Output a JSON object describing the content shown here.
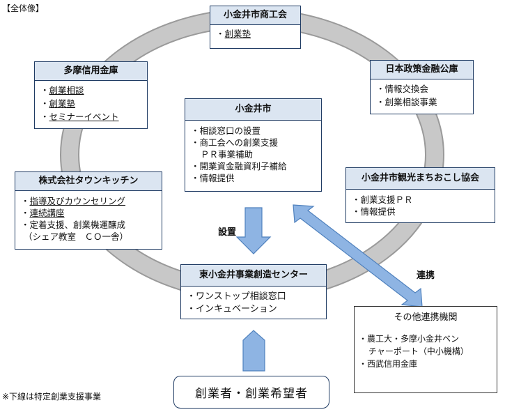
{
  "page_label": "【全体像】",
  "footnote": "※下線は特定創業支援事業",
  "edge_labels": {
    "setchi": "設置",
    "renkei": "連携"
  },
  "nodes": {
    "shoko": {
      "title": "小金井市商工会",
      "items": [
        {
          "text": "創業塾",
          "underline": true
        }
      ]
    },
    "tama": {
      "title": "多摩信用金庫",
      "items": [
        {
          "text": "創業相談",
          "underline": true
        },
        {
          "text": "創業塾",
          "underline": true
        },
        {
          "text": "セミナーイベント",
          "underline": true
        }
      ]
    },
    "jfc": {
      "title": "日本政策金融公庫",
      "items": [
        {
          "text": "情報交換会",
          "underline": false
        },
        {
          "text": "創業相談事業",
          "underline": false
        }
      ]
    },
    "city": {
      "title": "小金井市",
      "items": [
        {
          "text": "相談窓口の設置",
          "underline": false
        },
        {
          "text": "商工会への創業支援",
          "underline": false
        },
        {
          "text": "ＰＲ事業補助",
          "underline": false,
          "indent": true
        },
        {
          "text": "開業資金融資利子補給",
          "underline": false
        },
        {
          "text": "情報提供",
          "underline": false
        }
      ]
    },
    "town": {
      "title": "株式会社タウンキッチン",
      "items": [
        {
          "text": "指導及びカウンセリング",
          "underline": true
        },
        {
          "text": "連続講座",
          "underline": true
        },
        {
          "text": "定着支援、創業機運醸成",
          "underline": false
        },
        {
          "text": "（シェア教室　ＣＯ一舎）",
          "underline": false,
          "indent": true
        }
      ]
    },
    "kanko": {
      "title": "小金井市観光まちおこし協会",
      "items": [
        {
          "text": "創業支援ＰＲ",
          "underline": false
        },
        {
          "text": "情報提供",
          "underline": false
        }
      ]
    },
    "center": {
      "title": "東小金井事業創造センター",
      "items": [
        {
          "text": "ワンストップ相談窓口",
          "underline": false
        },
        {
          "text": "インキュベーション",
          "underline": false
        }
      ]
    },
    "other": {
      "title": "その他連携機関",
      "items": [
        {
          "text": "農工大・多摩小金井ベン",
          "underline": false
        },
        {
          "text": "チャーポート（中小機構）",
          "underline": false,
          "indent": true
        },
        {
          "text": "西武信用金庫",
          "underline": false
        }
      ]
    },
    "founders": {
      "title": "創業者・創業希望者"
    }
  },
  "colors": {
    "ring": "#c8c8c8",
    "ring_edge": "#9a9a9a",
    "arrow": "#8eb4e3",
    "arrow_edge": "#4f81bd",
    "header_fill": "#dbe5f1",
    "border": "#1f3b63"
  }
}
